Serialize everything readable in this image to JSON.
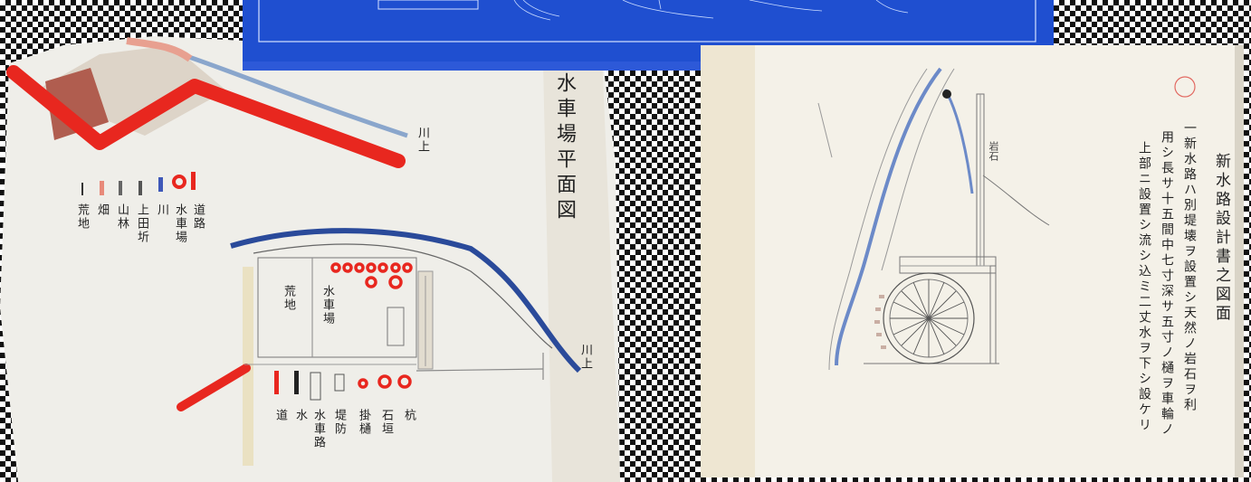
{
  "left_sheet": {
    "title": "水車場平面図",
    "river_label_top": "川上",
    "river_label_right": "川上",
    "legend": [
      "道路",
      "水車場",
      "川",
      "上田圻",
      "山林",
      "畑",
      "荒地"
    ],
    "plot_labels": [
      "荒地",
      "水車場"
    ],
    "lower_labels": [
      "道",
      "水",
      "水車路",
      "堤防",
      "掛樋",
      "石垣",
      "杭"
    ]
  },
  "right_sheet": {
    "title": "新水路設計書之図面",
    "body_lines": [
      "一新水路ハ別堤壊ヲ設置シ天然ノ岩石ヲ利",
      "用シ長サ十五間中七寸深サ五寸ノ樋ヲ車輪ノ",
      "上部ニ設置シ流シ込ミ二丈水ヲ下シ設ケリ"
    ],
    "rock_label": "岩石"
  },
  "colors": {
    "paper": "#f3efe6",
    "blueprint": "#1f4fd0",
    "red_ink": "#e8271f",
    "blue_ink": "#2a4a9a"
  }
}
